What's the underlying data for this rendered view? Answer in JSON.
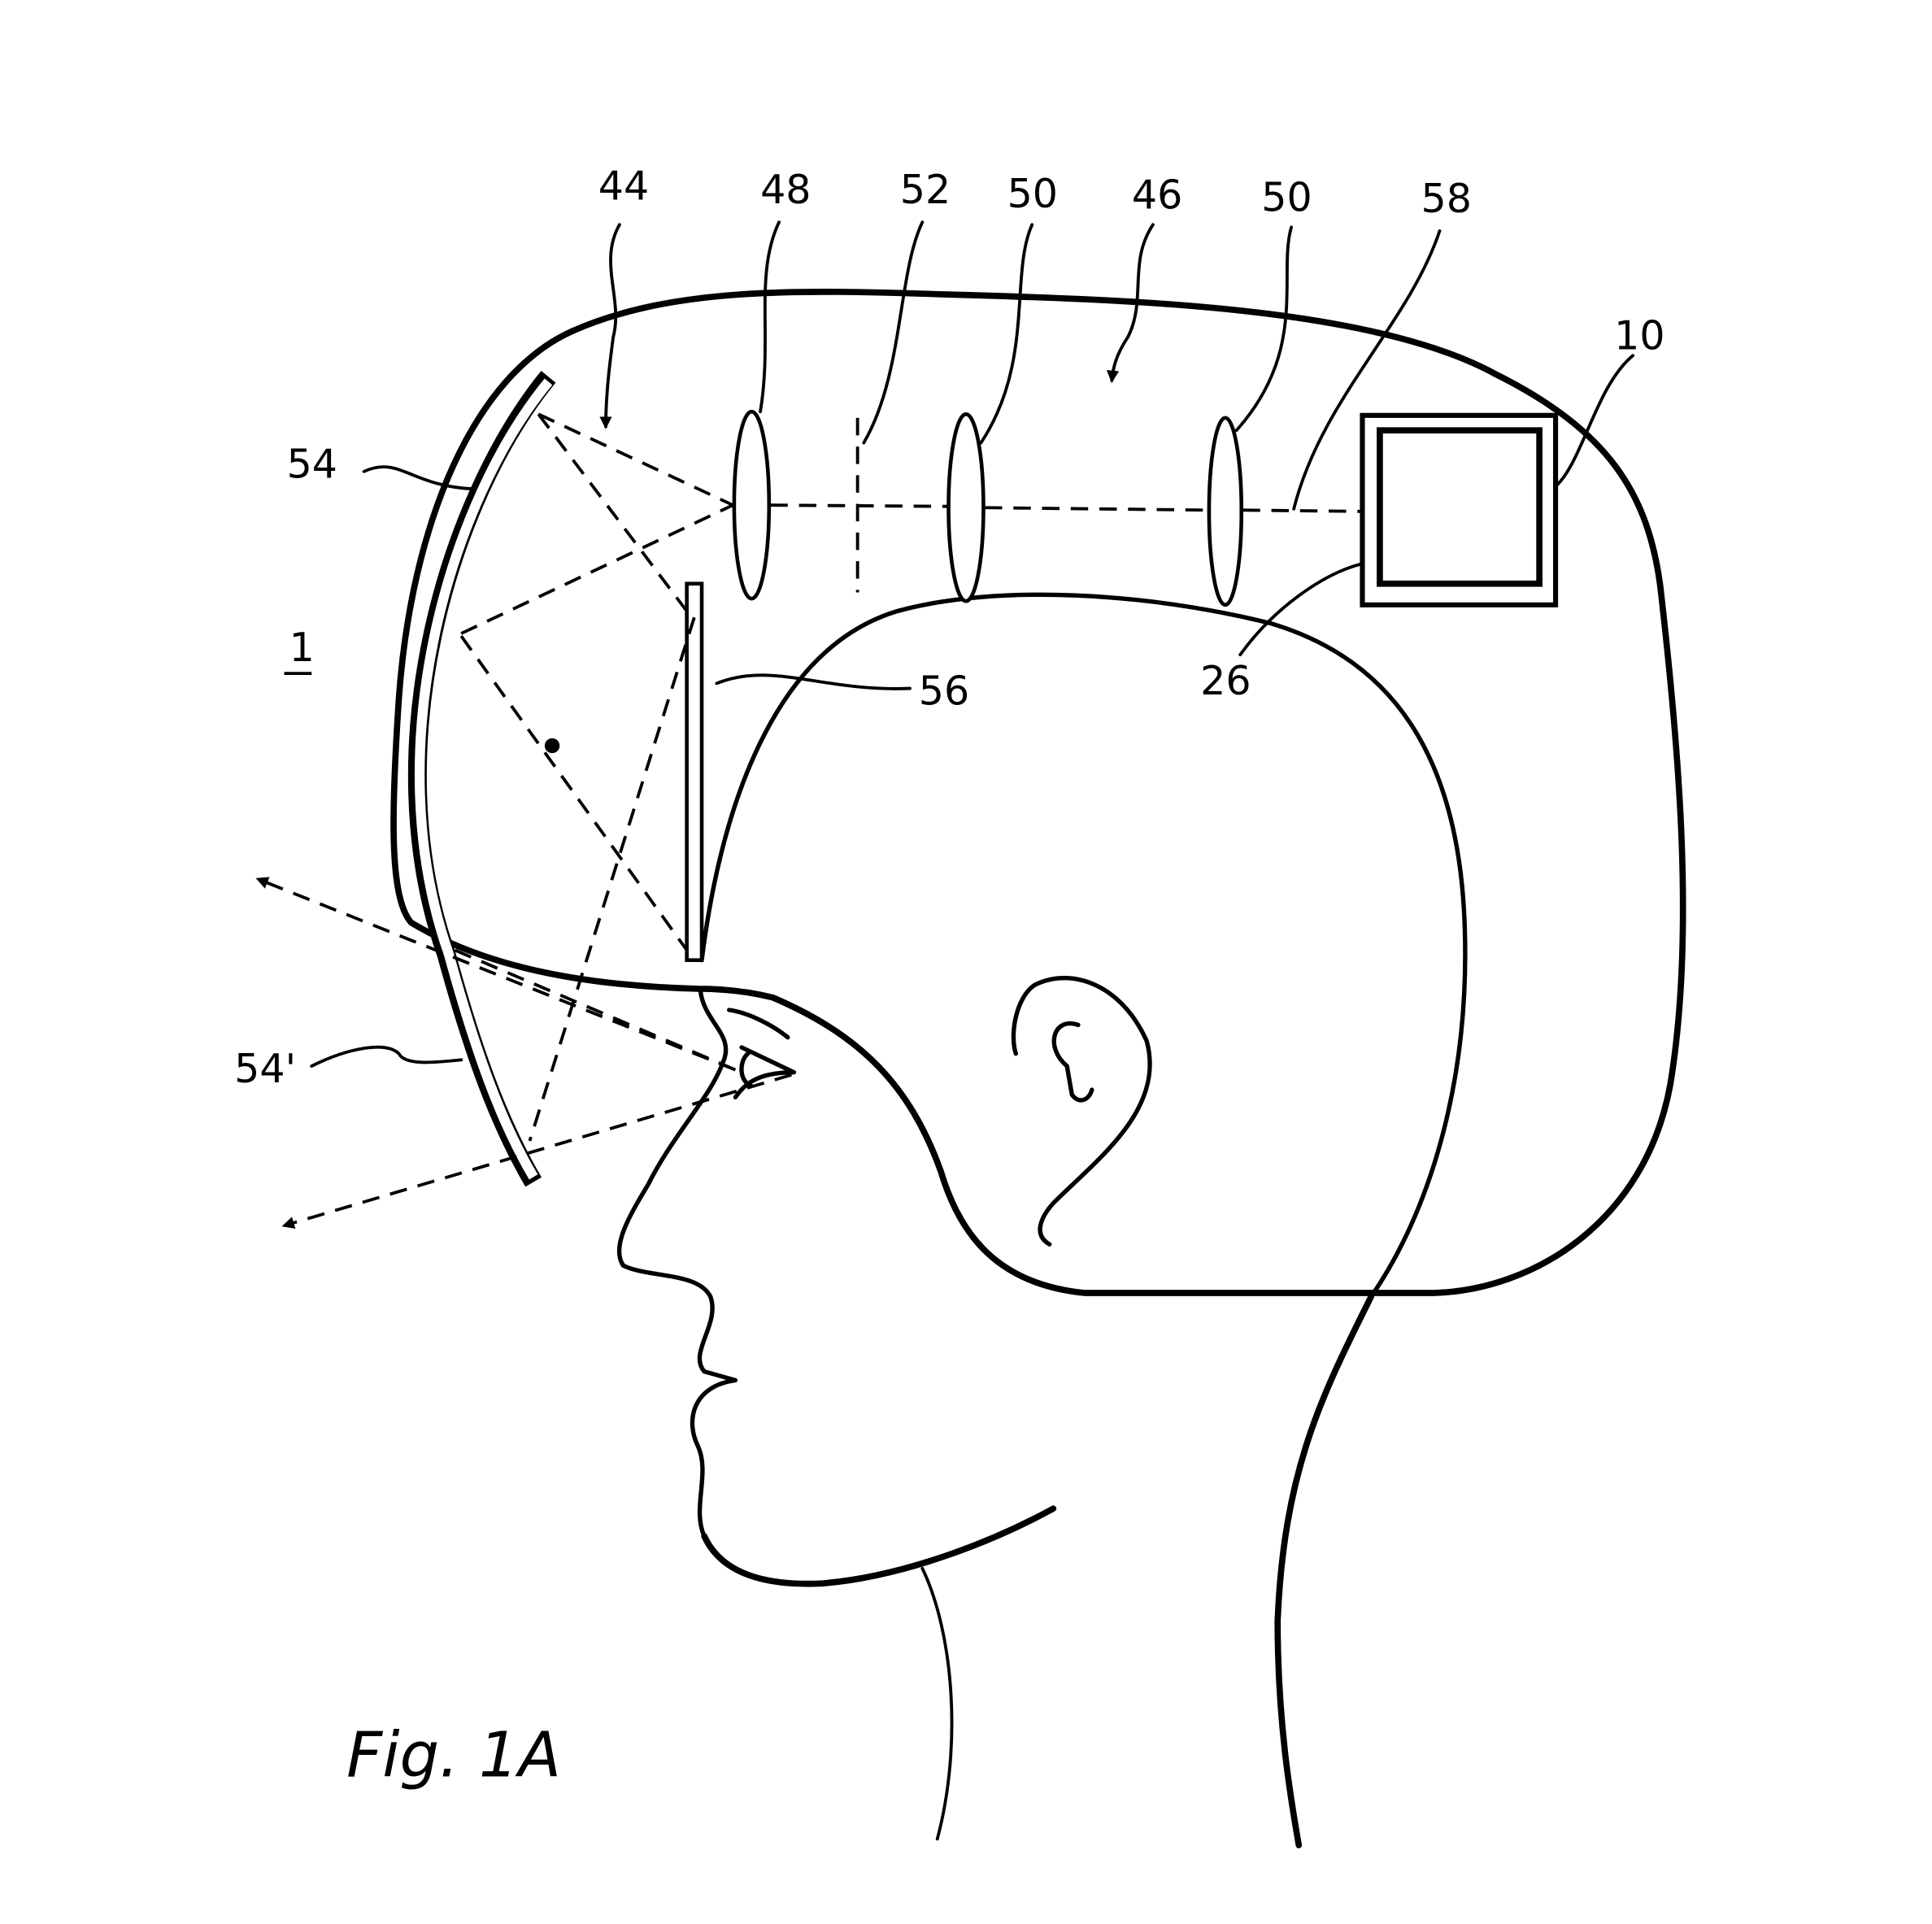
{
  "figure_title": "Fig. 1A",
  "labels": {
    "l44": "44",
    "l48": "48",
    "l52": "52",
    "l50a": "50",
    "l46": "46",
    "l50b": "50",
    "l58": "58",
    "l10": "10",
    "l54": "54",
    "l1": "1",
    "l56": "56",
    "l26": "26",
    "l54p": "54'"
  }
}
